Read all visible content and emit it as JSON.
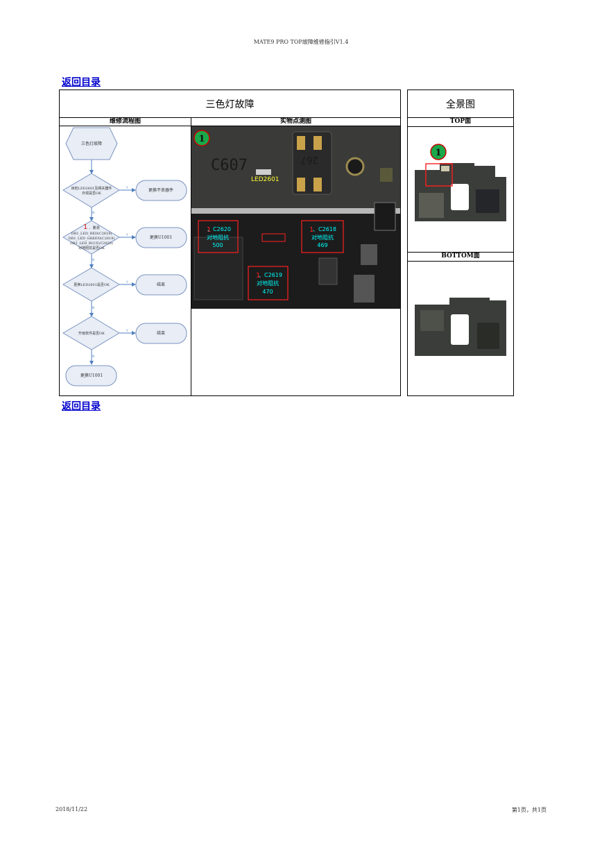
{
  "header": {
    "title": "MATE9 PRO TOP故障维修指引V1.4"
  },
  "links": {
    "back_top": "返回目录",
    "back_bottom": "返回目录"
  },
  "main": {
    "title": "三色灯故障",
    "flow_header": "维修流程图",
    "photo_header": "实物点测图"
  },
  "overview": {
    "title": "全景图",
    "top_label": "TOP面",
    "bottom_label": "BOTTOM面",
    "marker": "1"
  },
  "flowchart": {
    "start": "三色灯故障",
    "check_led": [
      "目检LED2601及相关器件",
      "外观是否OK"
    ],
    "replace_bad": "更换不良器件",
    "measure_num": "1",
    "measure": [
      "、量测",
      "DR1_LED_RED(C2618)",
      "DR1_LED_GREEN(C2619)",
      "DR1_LED_BLUE(C2620)",
      "对地阻抗是否OK"
    ],
    "replace_u1001_a": "更换U1001",
    "replace_led": "更换LED2601是否OK",
    "end_a": "结束",
    "upgrade": "升级软件是否OK",
    "end_b": "结束",
    "replace_u1001_b": "更换U1001",
    "yes": "Y",
    "no": "N"
  },
  "photo": {
    "marker": "1",
    "silk_c607": "C607",
    "silk_267": "267",
    "led_label": "LED2601",
    "c2620": {
      "num": "1",
      "name": "、C2620",
      "desc": "对地阻抗",
      "value": "500"
    },
    "c2618": {
      "num": "1",
      "name": "、C2618",
      "desc": "对地阻抗",
      "value": "469"
    },
    "c2619": {
      "num": "1",
      "name": "、C2619",
      "desc": "对地阻抗",
      "value": "470"
    }
  },
  "colors": {
    "link": "#0000cc",
    "marker_fill": "#1aa84a",
    "marker_stroke": "#cc0000",
    "annotation_text": "#00ffff",
    "annotation_box": "#ff2020",
    "led_label": "#ffff33",
    "flow_node_fill": "#e8edf6",
    "flow_edge": "#4f7fc0"
  },
  "footer": {
    "date": "2018/11/22",
    "page": "第1页，共1页"
  }
}
